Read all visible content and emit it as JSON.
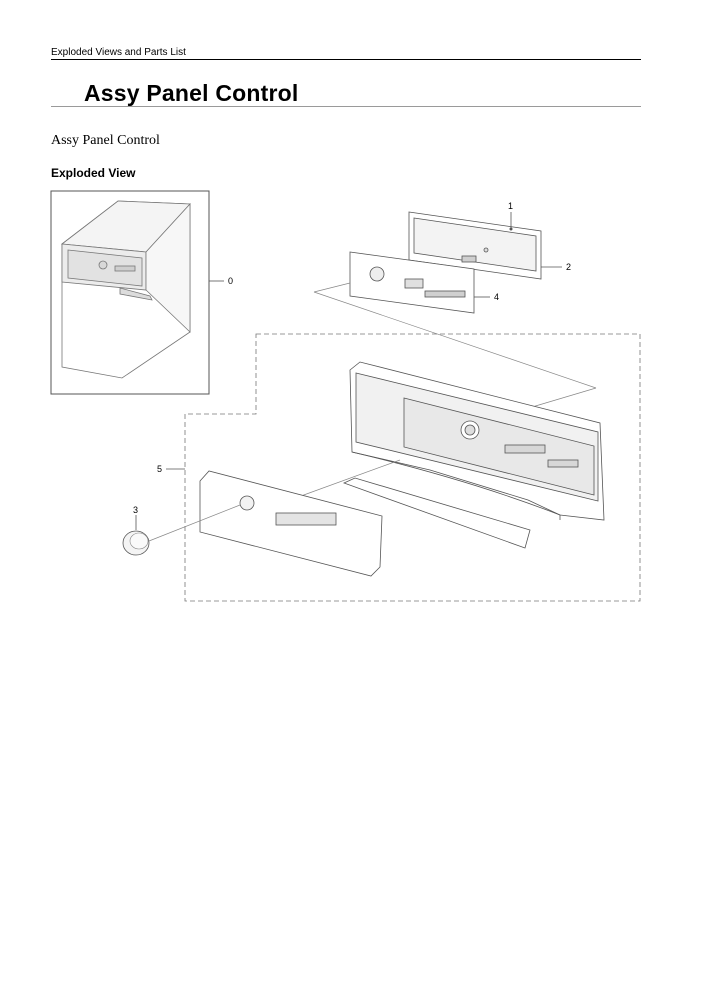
{
  "header": {
    "text": "Exploded Views and Parts List"
  },
  "page": {
    "title": "Assy Panel Control"
  },
  "content": {
    "subtitle": "Assy Panel Control",
    "section_heading": "Exploded View"
  },
  "diagram": {
    "callouts": [
      {
        "id": "callout-0",
        "label": "0"
      },
      {
        "id": "callout-1",
        "label": "1"
      },
      {
        "id": "callout-2",
        "label": "2"
      },
      {
        "id": "callout-3",
        "label": "3"
      },
      {
        "id": "callout-4",
        "label": "4"
      },
      {
        "id": "callout-5",
        "label": "5"
      }
    ]
  }
}
